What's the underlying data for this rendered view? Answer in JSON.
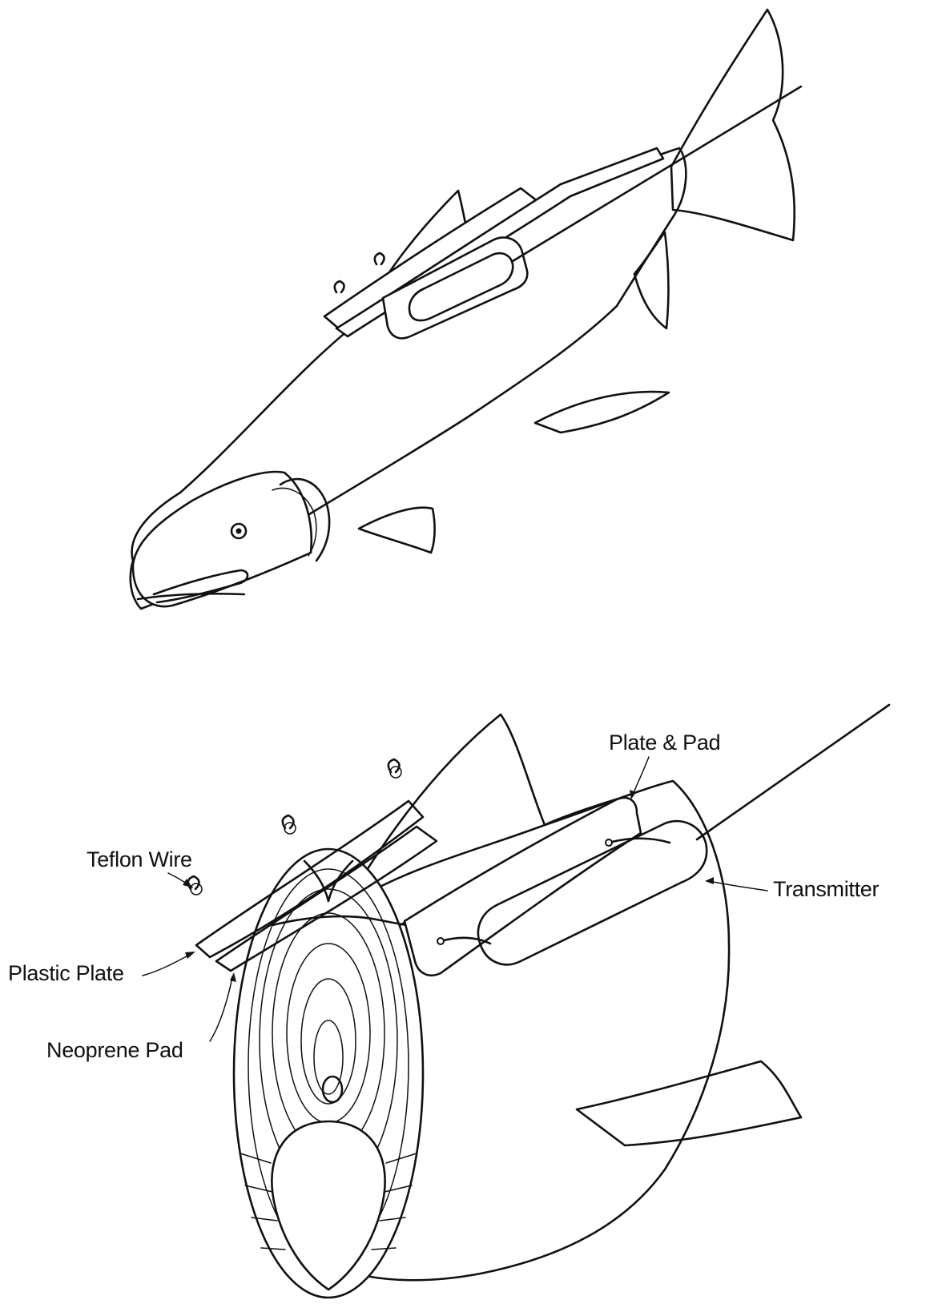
{
  "labels": {
    "teflon_wire": "Teflon Wire",
    "plastic_plate": "Plastic Plate",
    "neoprene_pad": "Neoprene Pad",
    "plate_and_pad": "Plate & Pad",
    "transmitter": "Transmitter"
  }
}
